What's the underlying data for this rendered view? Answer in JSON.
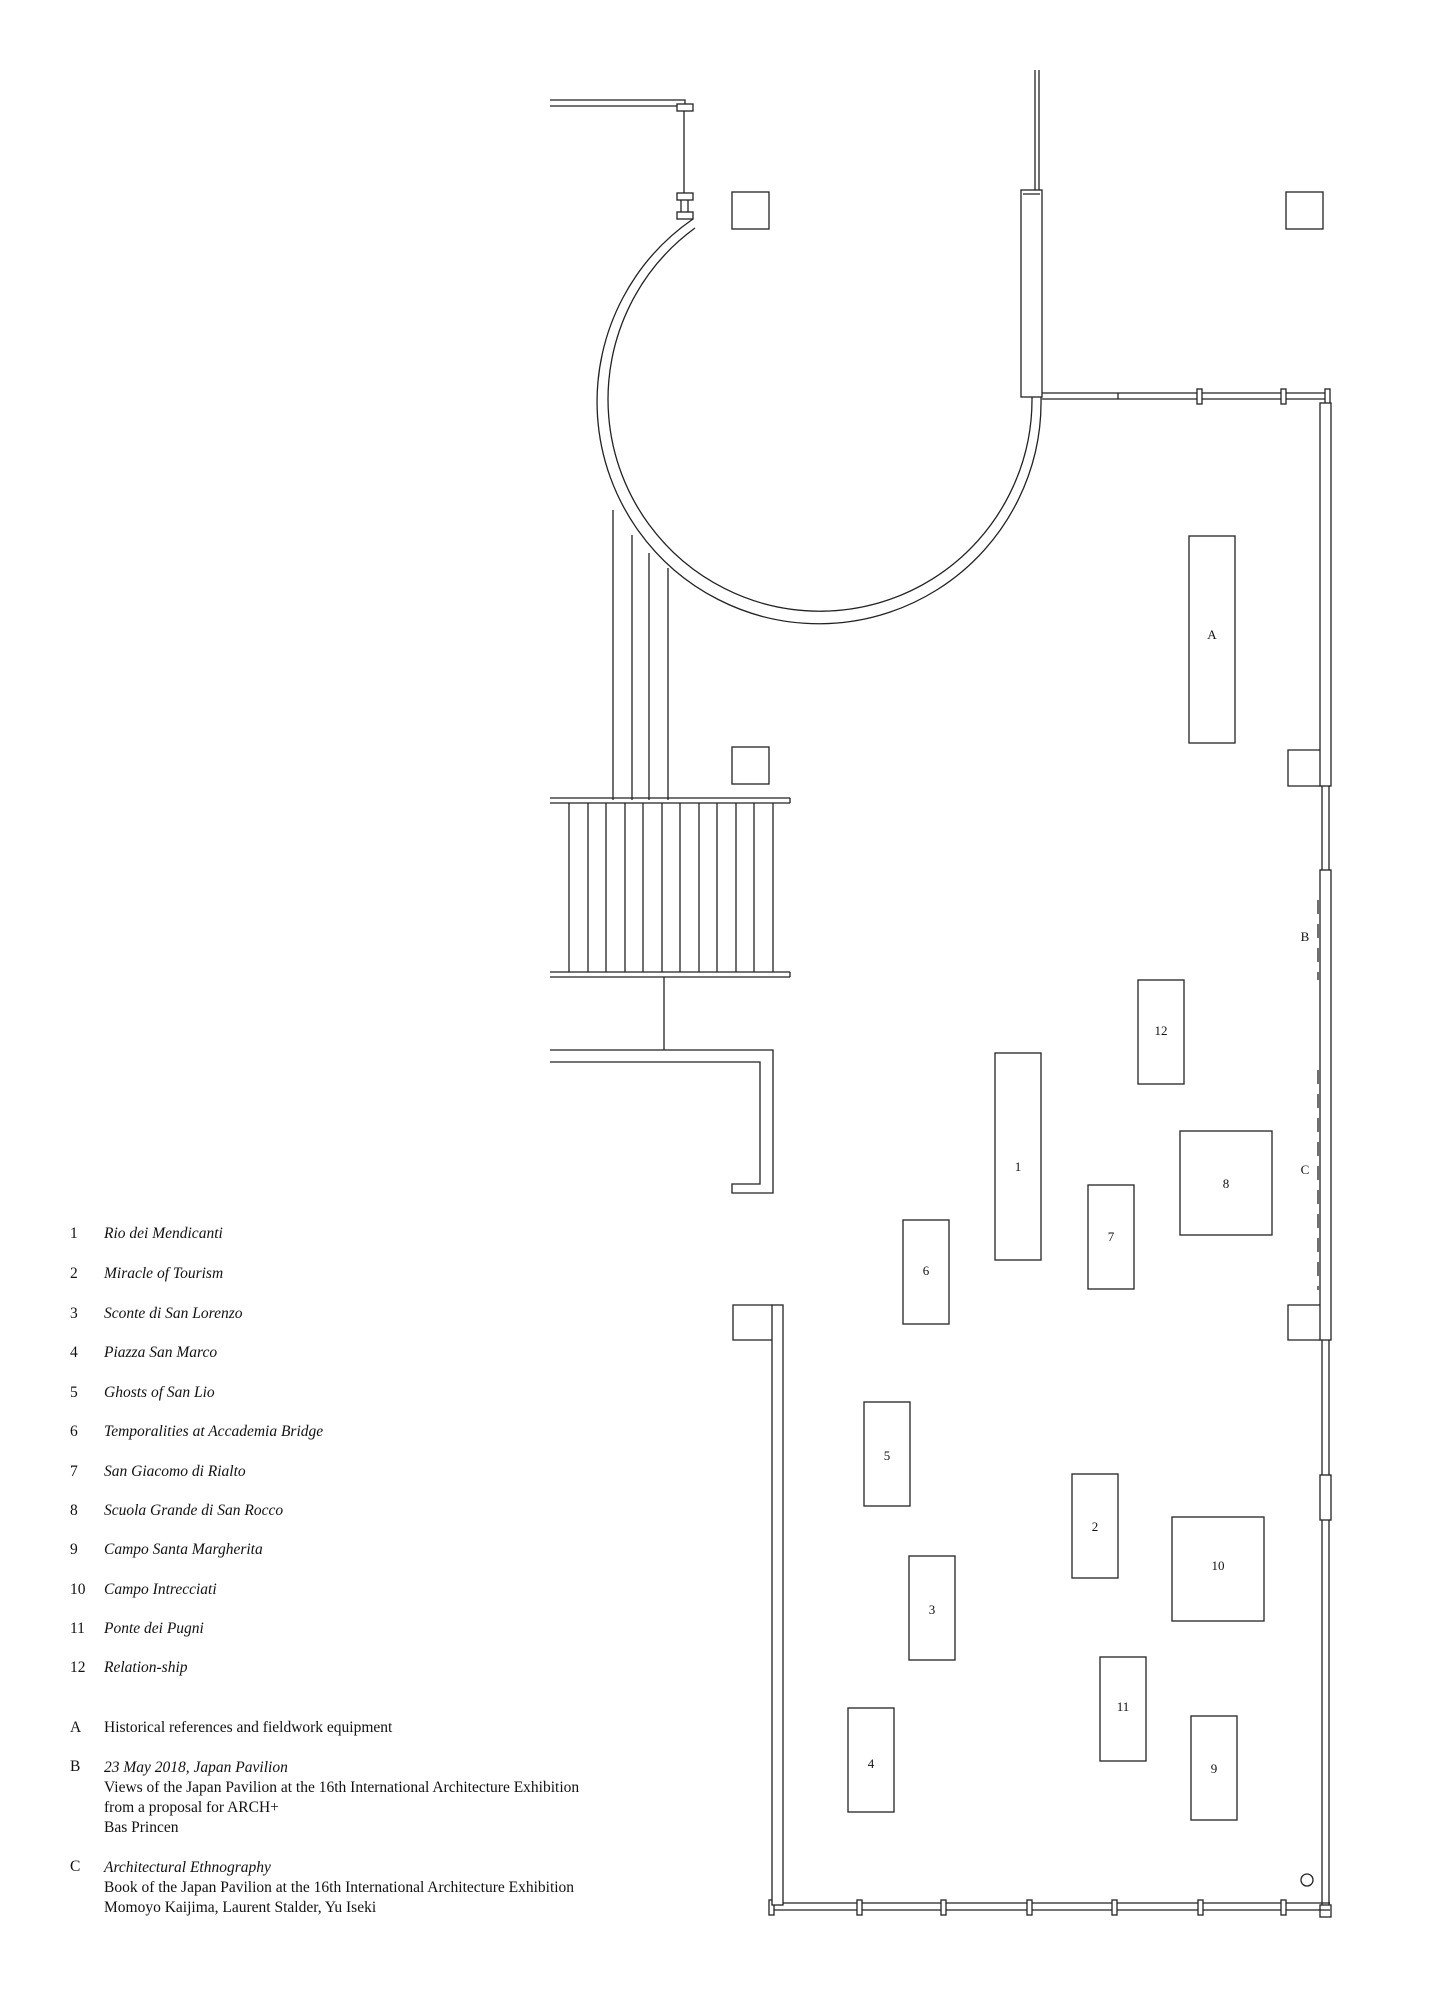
{
  "plan_labels": {
    "A": "A",
    "B": "B",
    "C": "C",
    "s1": "1",
    "s2": "2",
    "s3": "3",
    "s4": "4",
    "s5": "5",
    "s6": "6",
    "s7": "7",
    "s8": "8",
    "s9": "9",
    "s10": "10",
    "s11": "11",
    "s12": "12"
  },
  "legend": {
    "items": [
      {
        "num": "1",
        "title": "Rio dei Mendicanti"
      },
      {
        "num": "2",
        "title": "Miracle of Tourism"
      },
      {
        "num": "3",
        "title": "Sconte di San Lorenzo"
      },
      {
        "num": "4",
        "title": "Piazza San Marco"
      },
      {
        "num": "5",
        "title": "Ghosts of San Lio"
      },
      {
        "num": "6",
        "title": "Temporalities at Accademia Bridge"
      },
      {
        "num": "7",
        "title": "San Giacomo di Rialto"
      },
      {
        "num": "8",
        "title": "Scuola Grande di San Rocco"
      },
      {
        "num": "9",
        "title": "Campo Santa Margherita"
      },
      {
        "num": "10",
        "title": "Campo Intrecciati"
      },
      {
        "num": "11",
        "title": "Ponte dei Pugni"
      },
      {
        "num": "12",
        "title": "Relation-ship"
      }
    ],
    "A": {
      "key": "A",
      "text": "Historical references and fieldwork equipment"
    },
    "B": {
      "key": "B",
      "italic": "23 May 2018, Japan Pavilion",
      "line1": "Views of the Japan Pavilion at the 16th International Architecture Exhibition",
      "line2": "from a proposal for ARCH+",
      "line3": "Bas Princen"
    },
    "C": {
      "key": "C",
      "italic": "Architectural Ethnography",
      "line1": "Book of the Japan Pavilion at the 16th International Architecture Exhibition",
      "line2": "Momoyo Kaijima, Laurent Stalder, Yu Iseki"
    }
  }
}
